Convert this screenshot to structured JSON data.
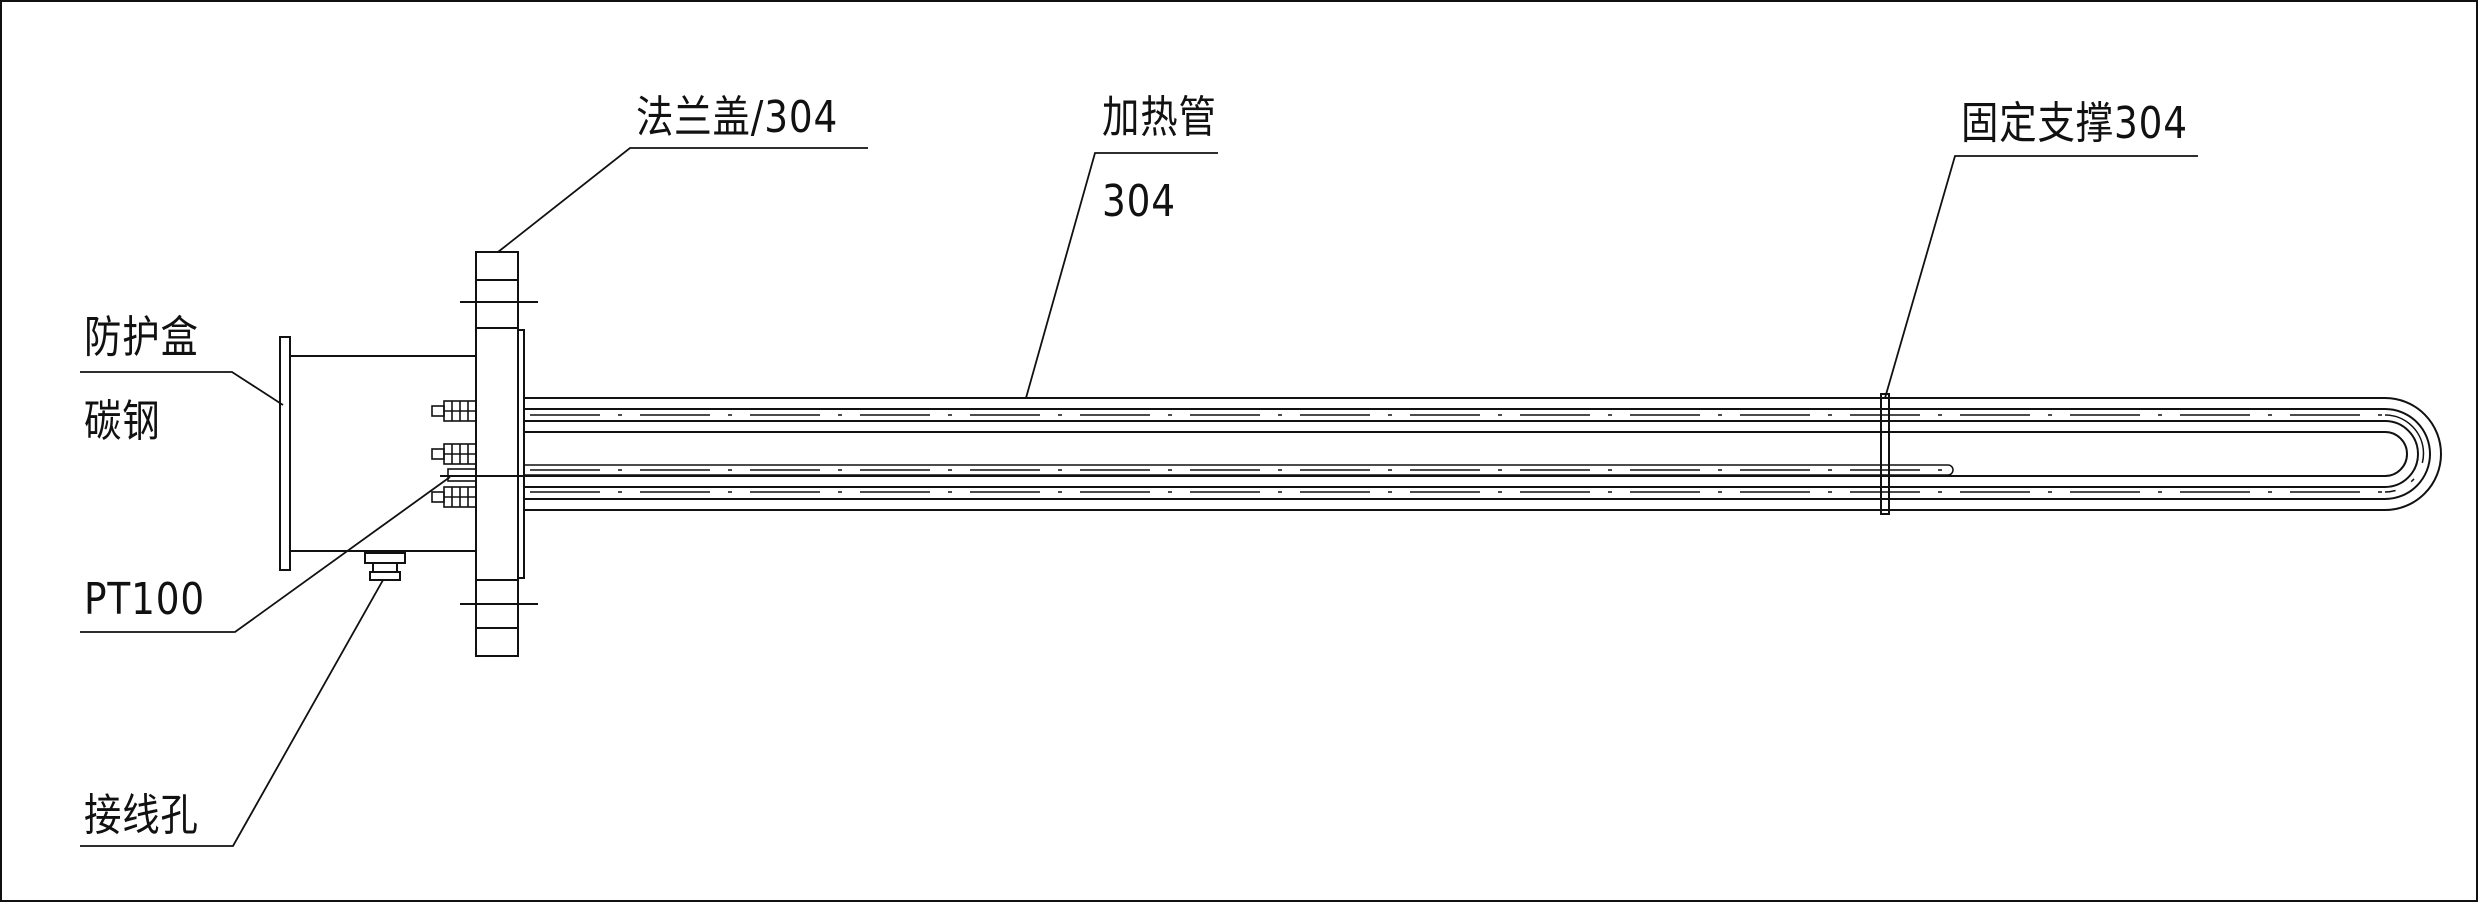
{
  "labels": {
    "flange_cover": "法兰盖/304",
    "heating_tube": "加热管",
    "heating_tube_material": "304",
    "fixed_support": "固定支撑304",
    "protective_box": "防护盒",
    "protective_box_material": "碳钢",
    "sensor": "PT100",
    "wiring_hole": "接线孔"
  },
  "colors": {
    "line": "#111111",
    "background": "#ffffff"
  }
}
